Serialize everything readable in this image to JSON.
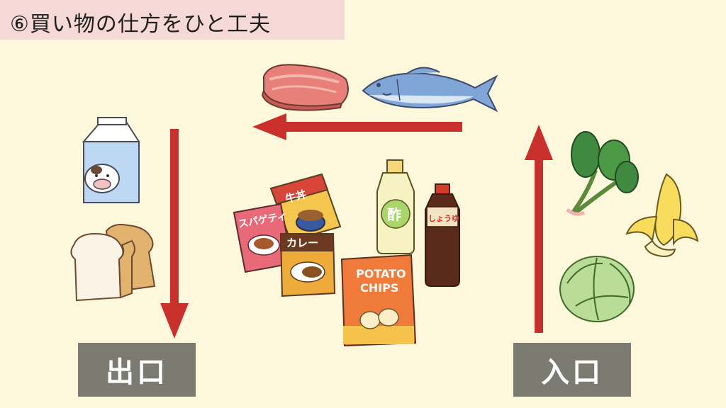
{
  "title": "⑥買い物の仕方をひと工夫",
  "exit_label": "出口",
  "entrance_label": "入口",
  "package_texts": {
    "gyudon": "牛丼",
    "spaghetti": "スパゲティ",
    "curry": "カレー",
    "vinegar": "酢",
    "soy_sauce": "しょうゆ",
    "chips_line1": "POTATO",
    "chips_line2": "CHIPS"
  },
  "colors": {
    "arrow": "#c9302c",
    "label_bg": "#7b7b71",
    "title_bg": "#f4d9d6",
    "background": "#fdf8dc"
  }
}
